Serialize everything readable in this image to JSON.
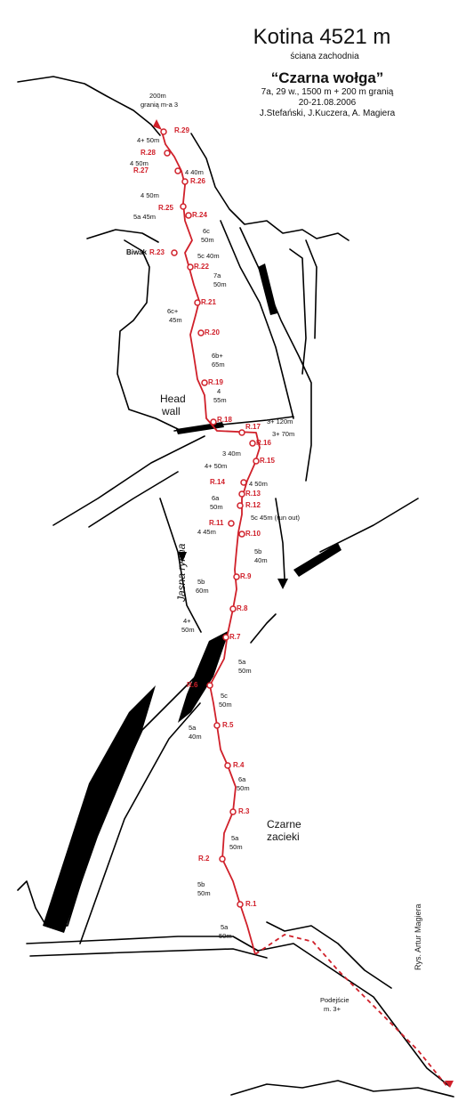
{
  "header": {
    "title": "Kotina 4521 m",
    "subtitle": "ściana zachodnia",
    "route_name": "“Czarna wołga”",
    "grade_line": "7a, 29 w., 1500 m + 200 m granią",
    "date": "20-21.08.2006",
    "authors": "J.Stefański, J.Kuczera, A. Magiera"
  },
  "credit": "Rys. Artur Magiera",
  "colors": {
    "route": "#d0202a",
    "rock": "#000000",
    "text": "#111111"
  },
  "labels": {
    "top_ridge": [
      "200m",
      "granią m-a 3"
    ],
    "biwak": "Biwak",
    "head_wall": [
      "Head",
      "wall"
    ],
    "jasna_rynna": "Jasna rynna",
    "czarne_zacieki": [
      "Czarne",
      "zacieki"
    ],
    "podejscie": [
      "Podejście",
      "m. 3+"
    ]
  },
  "stations": [
    "R.1",
    "R.2",
    "R.3",
    "R.4",
    "R.5",
    "R.6",
    "R.7",
    "R.8",
    "R.9",
    "R.10",
    "R.11",
    "R.12",
    "R.13",
    "R.14",
    "R.15",
    "R.16",
    "R.17",
    "R.18",
    "R.19",
    "R.20",
    "R.21",
    "R.22",
    "R.23",
    "R.24",
    "R.25",
    "R.26",
    "R.27",
    "R.28",
    "R.29"
  ],
  "pitches": [
    [
      "5a",
      "50m"
    ],
    [
      "5b",
      "50m"
    ],
    [
      "5a",
      "50m"
    ],
    [
      "6a",
      "50m"
    ],
    [
      "5a",
      "40m"
    ],
    [
      "5c",
      "50m"
    ],
    [
      "5a",
      "50m"
    ],
    [
      "4+",
      "50m"
    ],
    [
      "5b",
      "60m"
    ],
    [
      "5b",
      "40m"
    ],
    [
      "4 45m"
    ],
    [
      "5c 45m (run out)"
    ],
    [
      "6a",
      "50m"
    ],
    [
      "4 50m"
    ],
    [
      "4+ 50m"
    ],
    [
      "3 40m"
    ],
    [
      "3+ 70m"
    ],
    [
      "3+ 120m"
    ],
    [
      "4",
      "55m"
    ],
    [
      "6b+",
      "65m"
    ],
    [
      "6c+",
      "45m"
    ],
    [
      "7a",
      "50m"
    ],
    [
      "5c 40m"
    ],
    [
      "6c",
      "50m"
    ],
    [
      "5a 45m"
    ],
    [
      "4 50m"
    ],
    [
      "4 40m"
    ],
    [
      "4 50m"
    ],
    [
      "4+ 50m"
    ]
  ]
}
